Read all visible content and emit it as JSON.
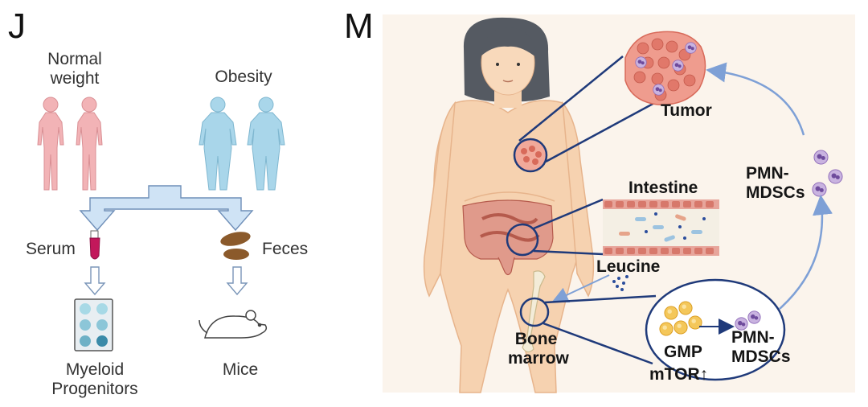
{
  "panel_j": {
    "letter": "J",
    "normal_weight": "Normal\nweight",
    "obesity": "Obesity",
    "serum": "Serum",
    "feces": "Feces",
    "myeloid": "Myeloid\nProgenitors",
    "mice": "Mice"
  },
  "panel_m": {
    "letter": "M",
    "tumor": "Tumor",
    "intestine": "Intestine",
    "leucine": "Leucine",
    "bone_marrow": "Bone\nmarrow",
    "gmp": "GMP",
    "mtor": "mTOR↑",
    "pmn_mdscs_inner": "PMN-\nMDSCs",
    "pmn_mdscs_outer": "PMN-\nMDSCs"
  },
  "colors": {
    "normal_figure": "#f2b3b6",
    "obese_figure": "#a9d6ea",
    "arrow_fill": "#cfe3f5",
    "panel_bg": "#fbf4ec",
    "skin": "#f6d2b0",
    "circle_line": "#1f3a7a",
    "flow_arrow": "#7ea0d6",
    "mdsc_purple": "#8e6ab8",
    "gmp_yellow": "#f0b93a"
  }
}
